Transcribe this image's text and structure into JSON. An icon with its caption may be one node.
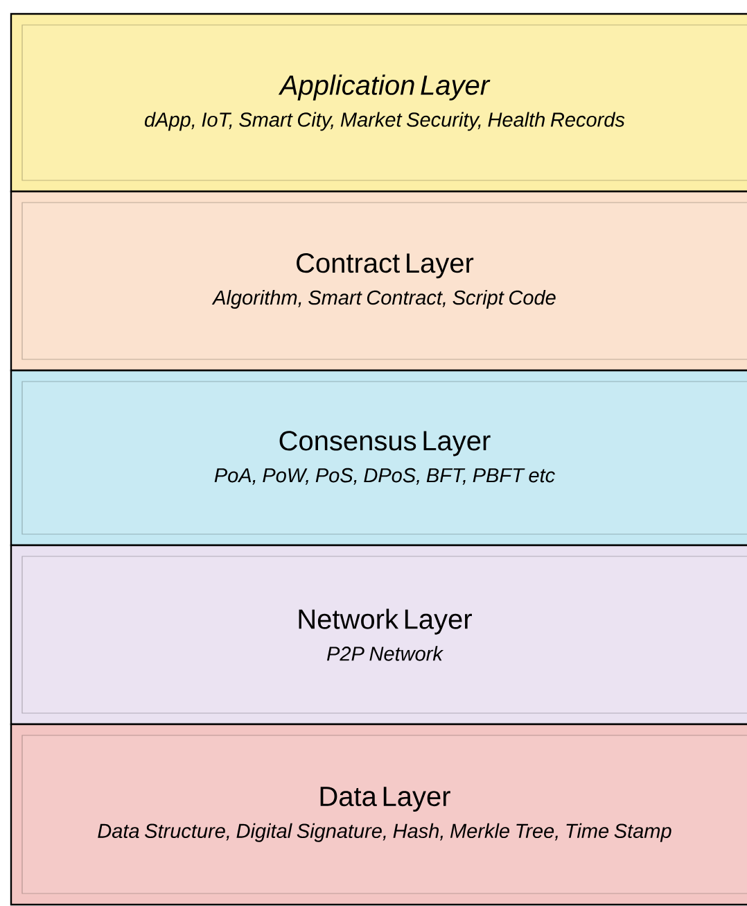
{
  "diagram": {
    "nodes": [
      {
        "text": [
          "Application Layer",
          "dApp, IoT, Smart City, Market Security, Health Records"
        ]
      },
      {
        "text": [
          "Contract Layer",
          "Algorithm, Smart Contract, Script Code"
        ]
      },
      {
        "text": [
          "Consensus Layer",
          "PoA, PoW, PoS, DPoS, BFT, PBFT etc"
        ]
      },
      {
        "text": [
          "Network Layer",
          "P2P Network"
        ]
      },
      {
        "text": [
          "Data Layer",
          "Data Structure, Digital Signature, Hash, Merkle Tree, Time Stamp"
        ]
      }
    ]
  }
}
